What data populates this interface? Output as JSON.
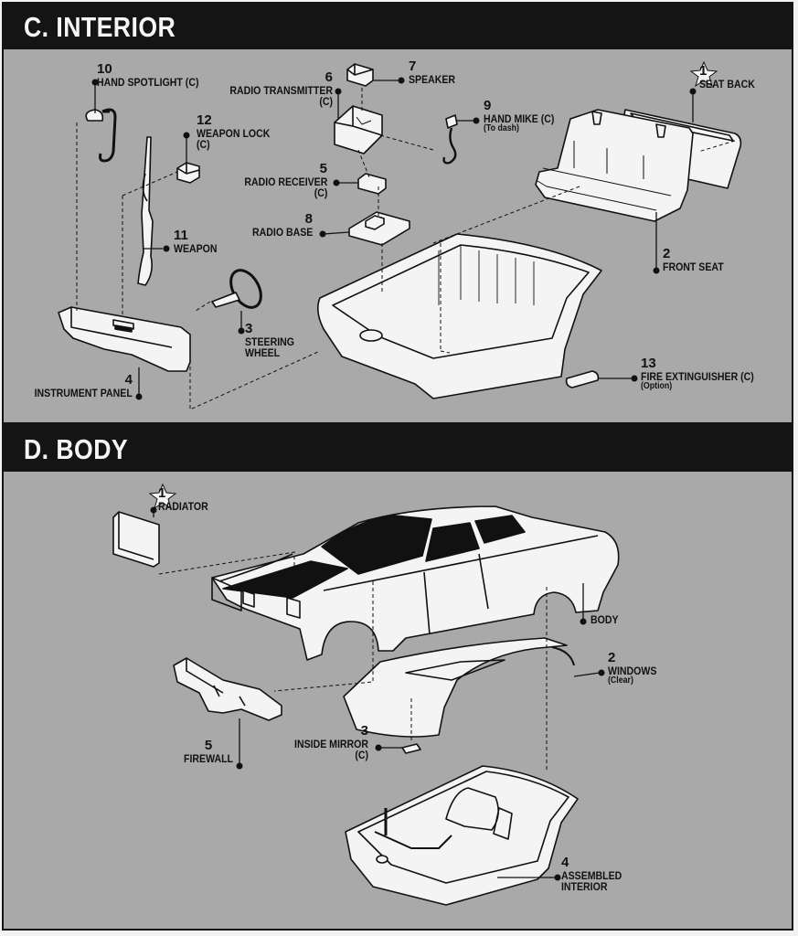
{
  "sections": {
    "interior": {
      "title": "C. INTERIOR",
      "parts": [
        {
          "num": "1",
          "label": "SEAT BACK",
          "note": ""
        },
        {
          "num": "2",
          "label": "FRONT SEAT",
          "note": ""
        },
        {
          "num": "3",
          "label": "STEERING WHEEL",
          "note": ""
        },
        {
          "num": "4",
          "label": "INSTRUMENT PANEL",
          "note": ""
        },
        {
          "num": "5",
          "label": "RADIO RECEIVER",
          "note": "(C)"
        },
        {
          "num": "6",
          "label": "RADIO TRANSMITTER",
          "note": "(C)"
        },
        {
          "num": "7",
          "label": "SPEAKER",
          "note": ""
        },
        {
          "num": "8",
          "label": "RADIO BASE",
          "note": ""
        },
        {
          "num": "9",
          "label": "HAND MIKE (C)",
          "note": "(To dash)"
        },
        {
          "num": "10",
          "label": "HAND SPOTLIGHT (C)",
          "note": ""
        },
        {
          "num": "11",
          "label": "WEAPON",
          "note": ""
        },
        {
          "num": "12",
          "label": "WEAPON LOCK",
          "note": "(C)"
        },
        {
          "num": "13",
          "label": "FIRE EXTINGUISHER (C)",
          "note": "(Option)"
        }
      ]
    },
    "body": {
      "title": "D. BODY",
      "parts": [
        {
          "num": "1",
          "label": "RADIATOR",
          "note": ""
        },
        {
          "num": "2",
          "label": "WINDOWS",
          "note": "(Clear)"
        },
        {
          "num": "3",
          "label": "INSIDE MIRROR",
          "note": "(C)"
        },
        {
          "num": "4",
          "label": "ASSEMBLED INTERIOR",
          "note": ""
        },
        {
          "num": "5",
          "label": "FIREWALL",
          "note": ""
        },
        {
          "num": "",
          "label": "BODY",
          "note": ""
        }
      ]
    }
  },
  "steering_wheel_lines": [
    "STEERING",
    "WHEEL"
  ],
  "assembled_interior_lines": [
    "ASSEMBLED",
    "INTERIOR"
  ],
  "colors": {
    "panel": "#a9a9a9",
    "header": "#141414",
    "ink": "#111111",
    "part_fill": "#f4f4f4"
  }
}
